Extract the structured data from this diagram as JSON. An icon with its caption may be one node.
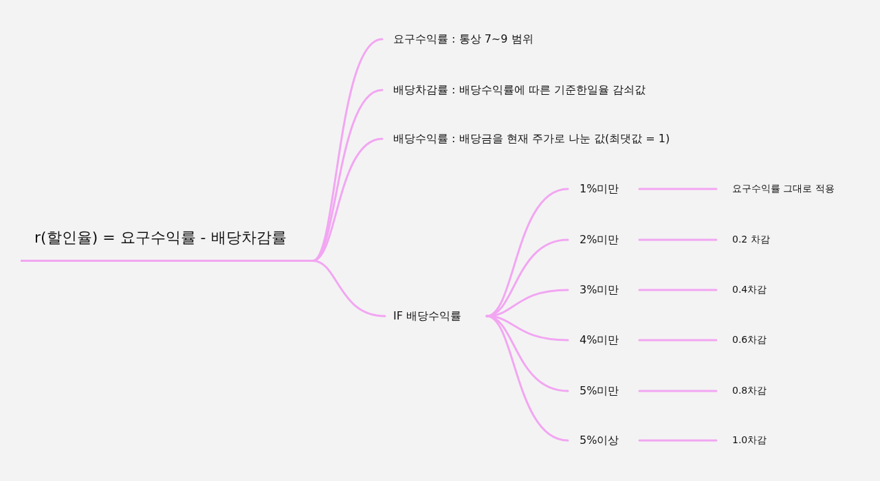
{
  "diagram": {
    "nodes": [
      {
        "text": [
          "r(할인율) = 요구수익률 - 배당차감률"
        ]
      },
      {
        "text": [
          "요구수익률 : 통상 7~9 범위"
        ]
      },
      {
        "text": [
          "배당차감률 : 배당수익률에 따른 기준한일율 감쇠값"
        ]
      },
      {
        "text": [
          "배당수익률 : 배당금을 현재 주가로 나눈 값(최댓값 = 1)"
        ]
      },
      {
        "text": [
          "IF 배당수익률"
        ]
      },
      {
        "text": [
          "1%미만"
        ]
      },
      {
        "text": [
          "2%미만"
        ]
      },
      {
        "text": [
          "3%미만"
        ]
      },
      {
        "text": [
          "4%미만"
        ]
      },
      {
        "text": [
          "5%미만"
        ]
      },
      {
        "text": [
          "5%이상"
        ]
      },
      {
        "text": [
          "요구수익률 그대로 적용"
        ]
      },
      {
        "text": [
          "0.2 차감"
        ]
      },
      {
        "text": [
          "0.4차감"
        ]
      },
      {
        "text": [
          "0.6차감"
        ]
      },
      {
        "text": [
          "0.8차감"
        ]
      },
      {
        "text": [
          "1.0차감"
        ]
      }
    ],
    "edges": [
      {
        "from": 0,
        "to": 1,
        "arrow": "none"
      },
      {
        "from": 0,
        "to": 2,
        "arrow": "none"
      },
      {
        "from": 0,
        "to": 3,
        "arrow": "none"
      },
      {
        "from": 0,
        "to": 4,
        "arrow": "none"
      },
      {
        "from": 4,
        "to": 5,
        "arrow": "none"
      },
      {
        "from": 4,
        "to": 6,
        "arrow": "none"
      },
      {
        "from": 4,
        "to": 7,
        "arrow": "none"
      },
      {
        "from": 4,
        "to": 8,
        "arrow": "none"
      },
      {
        "from": 4,
        "to": 9,
        "arrow": "none"
      },
      {
        "from": 4,
        "to": 10,
        "arrow": "none"
      },
      {
        "from": 5,
        "to": 11,
        "arrow": "none"
      },
      {
        "from": 6,
        "to": 12,
        "arrow": "none"
      },
      {
        "from": 7,
        "to": 13,
        "arrow": "none"
      },
      {
        "from": 8,
        "to": 14,
        "arrow": "none"
      },
      {
        "from": 9,
        "to": 15,
        "arrow": "none"
      },
      {
        "from": 10,
        "to": 16,
        "arrow": "none"
      }
    ]
  }
}
